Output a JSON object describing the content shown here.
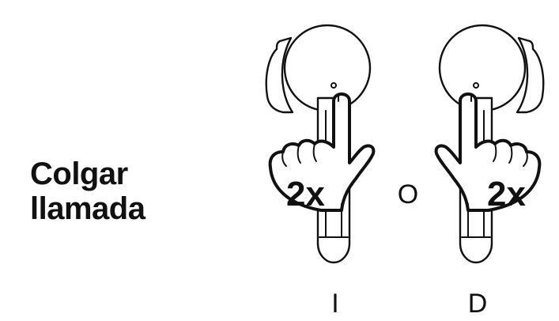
{
  "action": {
    "title_line1": "Colgar",
    "title_line2": "llamada"
  },
  "separator": "O",
  "earbuds": [
    {
      "side_label": "I",
      "tap_count": "2x",
      "icon": "earbud-icon"
    },
    {
      "side_label": "D",
      "tap_count": "2x",
      "icon": "earbud-icon"
    }
  ],
  "icons": {
    "hand": "pointing-hand-icon",
    "earbud": "earbud-icon"
  },
  "colors": {
    "ink": "#111111",
    "background": "#ffffff"
  }
}
